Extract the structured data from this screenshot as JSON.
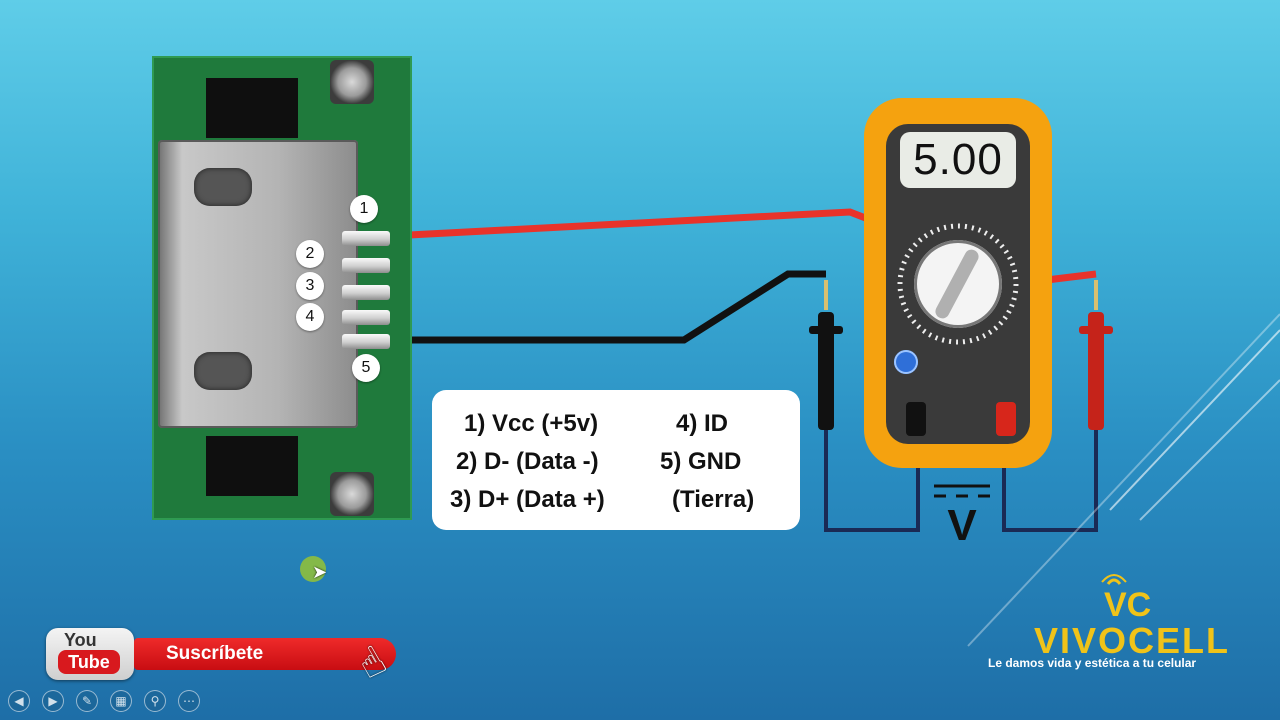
{
  "pins": [
    {
      "label": "1"
    },
    {
      "label": "2"
    },
    {
      "label": "3"
    },
    {
      "label": "4"
    },
    {
      "label": "5"
    }
  ],
  "legend": {
    "items": [
      "1) Vcc (+5v)",
      "2) D- (Data -)",
      "3) D+ (Data +)",
      "4) ID",
      "5) GND",
      "(Tierra)"
    ]
  },
  "multimeter": {
    "display": "5.00",
    "unit_symbol": "V"
  },
  "brand": {
    "logo_text": "VC",
    "name": "VIVOCELL",
    "tagline": "Le damos vida y estética a tu celular",
    "color": "#f0c319"
  },
  "youtube": {
    "you": "You",
    "tube": "Tube",
    "subscribe_label": "Suscríbete"
  },
  "icons": {
    "hand": "pointing-hand-icon",
    "cursor": "mouse-pointer-icon"
  },
  "controls": [
    {
      "glyph": "◀",
      "name": "previous-slide-button"
    },
    {
      "glyph": "▶",
      "name": "next-slide-button"
    },
    {
      "glyph": "✎",
      "name": "pen-tool-button"
    },
    {
      "glyph": "▦",
      "name": "slides-grid-button"
    },
    {
      "glyph": "⚲",
      "name": "zoom-button"
    },
    {
      "glyph": "⋯",
      "name": "more-options-button"
    }
  ],
  "wire_colors": {
    "positive": "#e8332b",
    "negative": "#111111"
  }
}
